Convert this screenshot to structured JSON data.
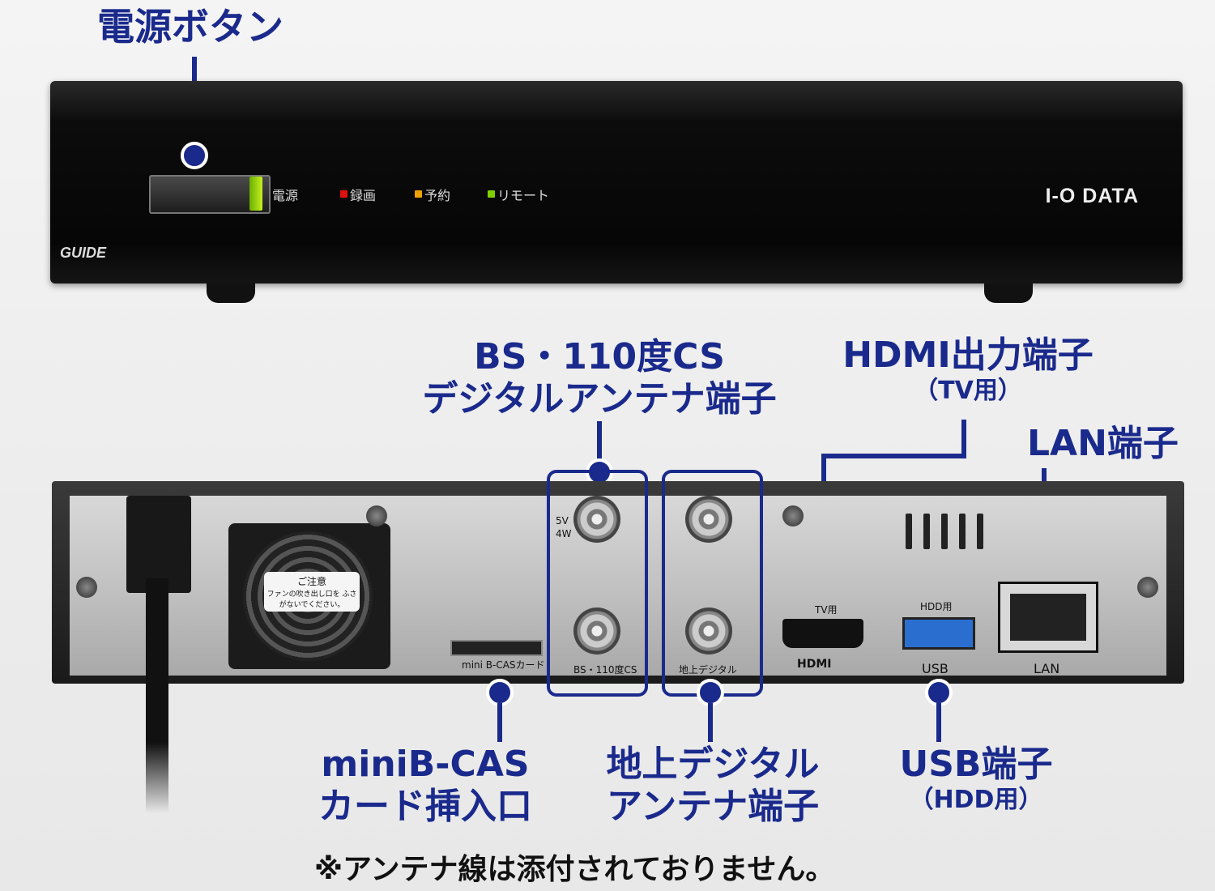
{
  "front": {
    "power_label": "電源",
    "indicators": [
      {
        "label": "録画",
        "color": "#e01010"
      },
      {
        "label": "予約",
        "color": "#f0a000"
      },
      {
        "label": "リモート",
        "color": "#80d000"
      }
    ],
    "brand": "I-O DATA",
    "gguide": "GUIDE"
  },
  "callouts": {
    "power_button": "電源ボタン",
    "bs_cs_antenna": {
      "line1": "BS・110度CS",
      "line2": "デジタルアンテナ端子"
    },
    "hdmi": {
      "line1": "HDMI出力端子",
      "line2": "（TV用）"
    },
    "lan": "LAN端子",
    "minibcas": {
      "line1": "miniB-CAS",
      "line2": "カード挿入口"
    },
    "terrestrial_antenna": {
      "line1": "地上デジタル",
      "line2": "アンテナ端子"
    },
    "usb": {
      "line1": "USB端子",
      "line2": "（HDD用）"
    }
  },
  "rear_labels": {
    "caution_title": "ご注意",
    "caution_text": "ファンの吹き出し口を ふさがないでください。",
    "minibcas": "mini B-CASカード",
    "bs_cs": "BS・110度CS",
    "terrestrial": "地上デジタル",
    "tv": "TV用",
    "hdmi": "HDMI",
    "hdd": "HDD用",
    "usb": "USB",
    "lan": "LAN",
    "bs_power_v": "5V",
    "bs_power_w": "4W"
  },
  "footnote": "※アンテナ線は添付されておりません。",
  "colors": {
    "accent": "#1a2a8c"
  }
}
